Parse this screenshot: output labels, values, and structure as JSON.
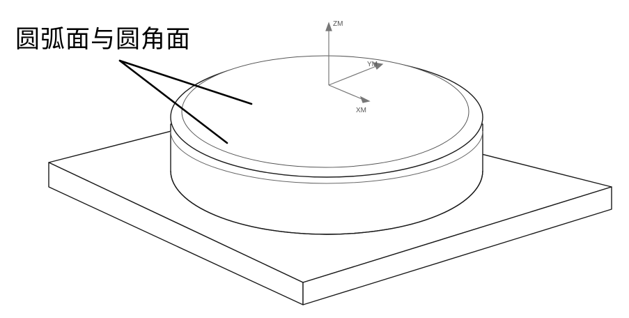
{
  "annotation": {
    "label": "圆弧面与圆角面"
  },
  "axes": {
    "z": "ZM",
    "y": "YM",
    "x": "XM"
  },
  "colors": {
    "line": "#1a1a1a",
    "axis": "#777777",
    "background": "#ffffff"
  }
}
